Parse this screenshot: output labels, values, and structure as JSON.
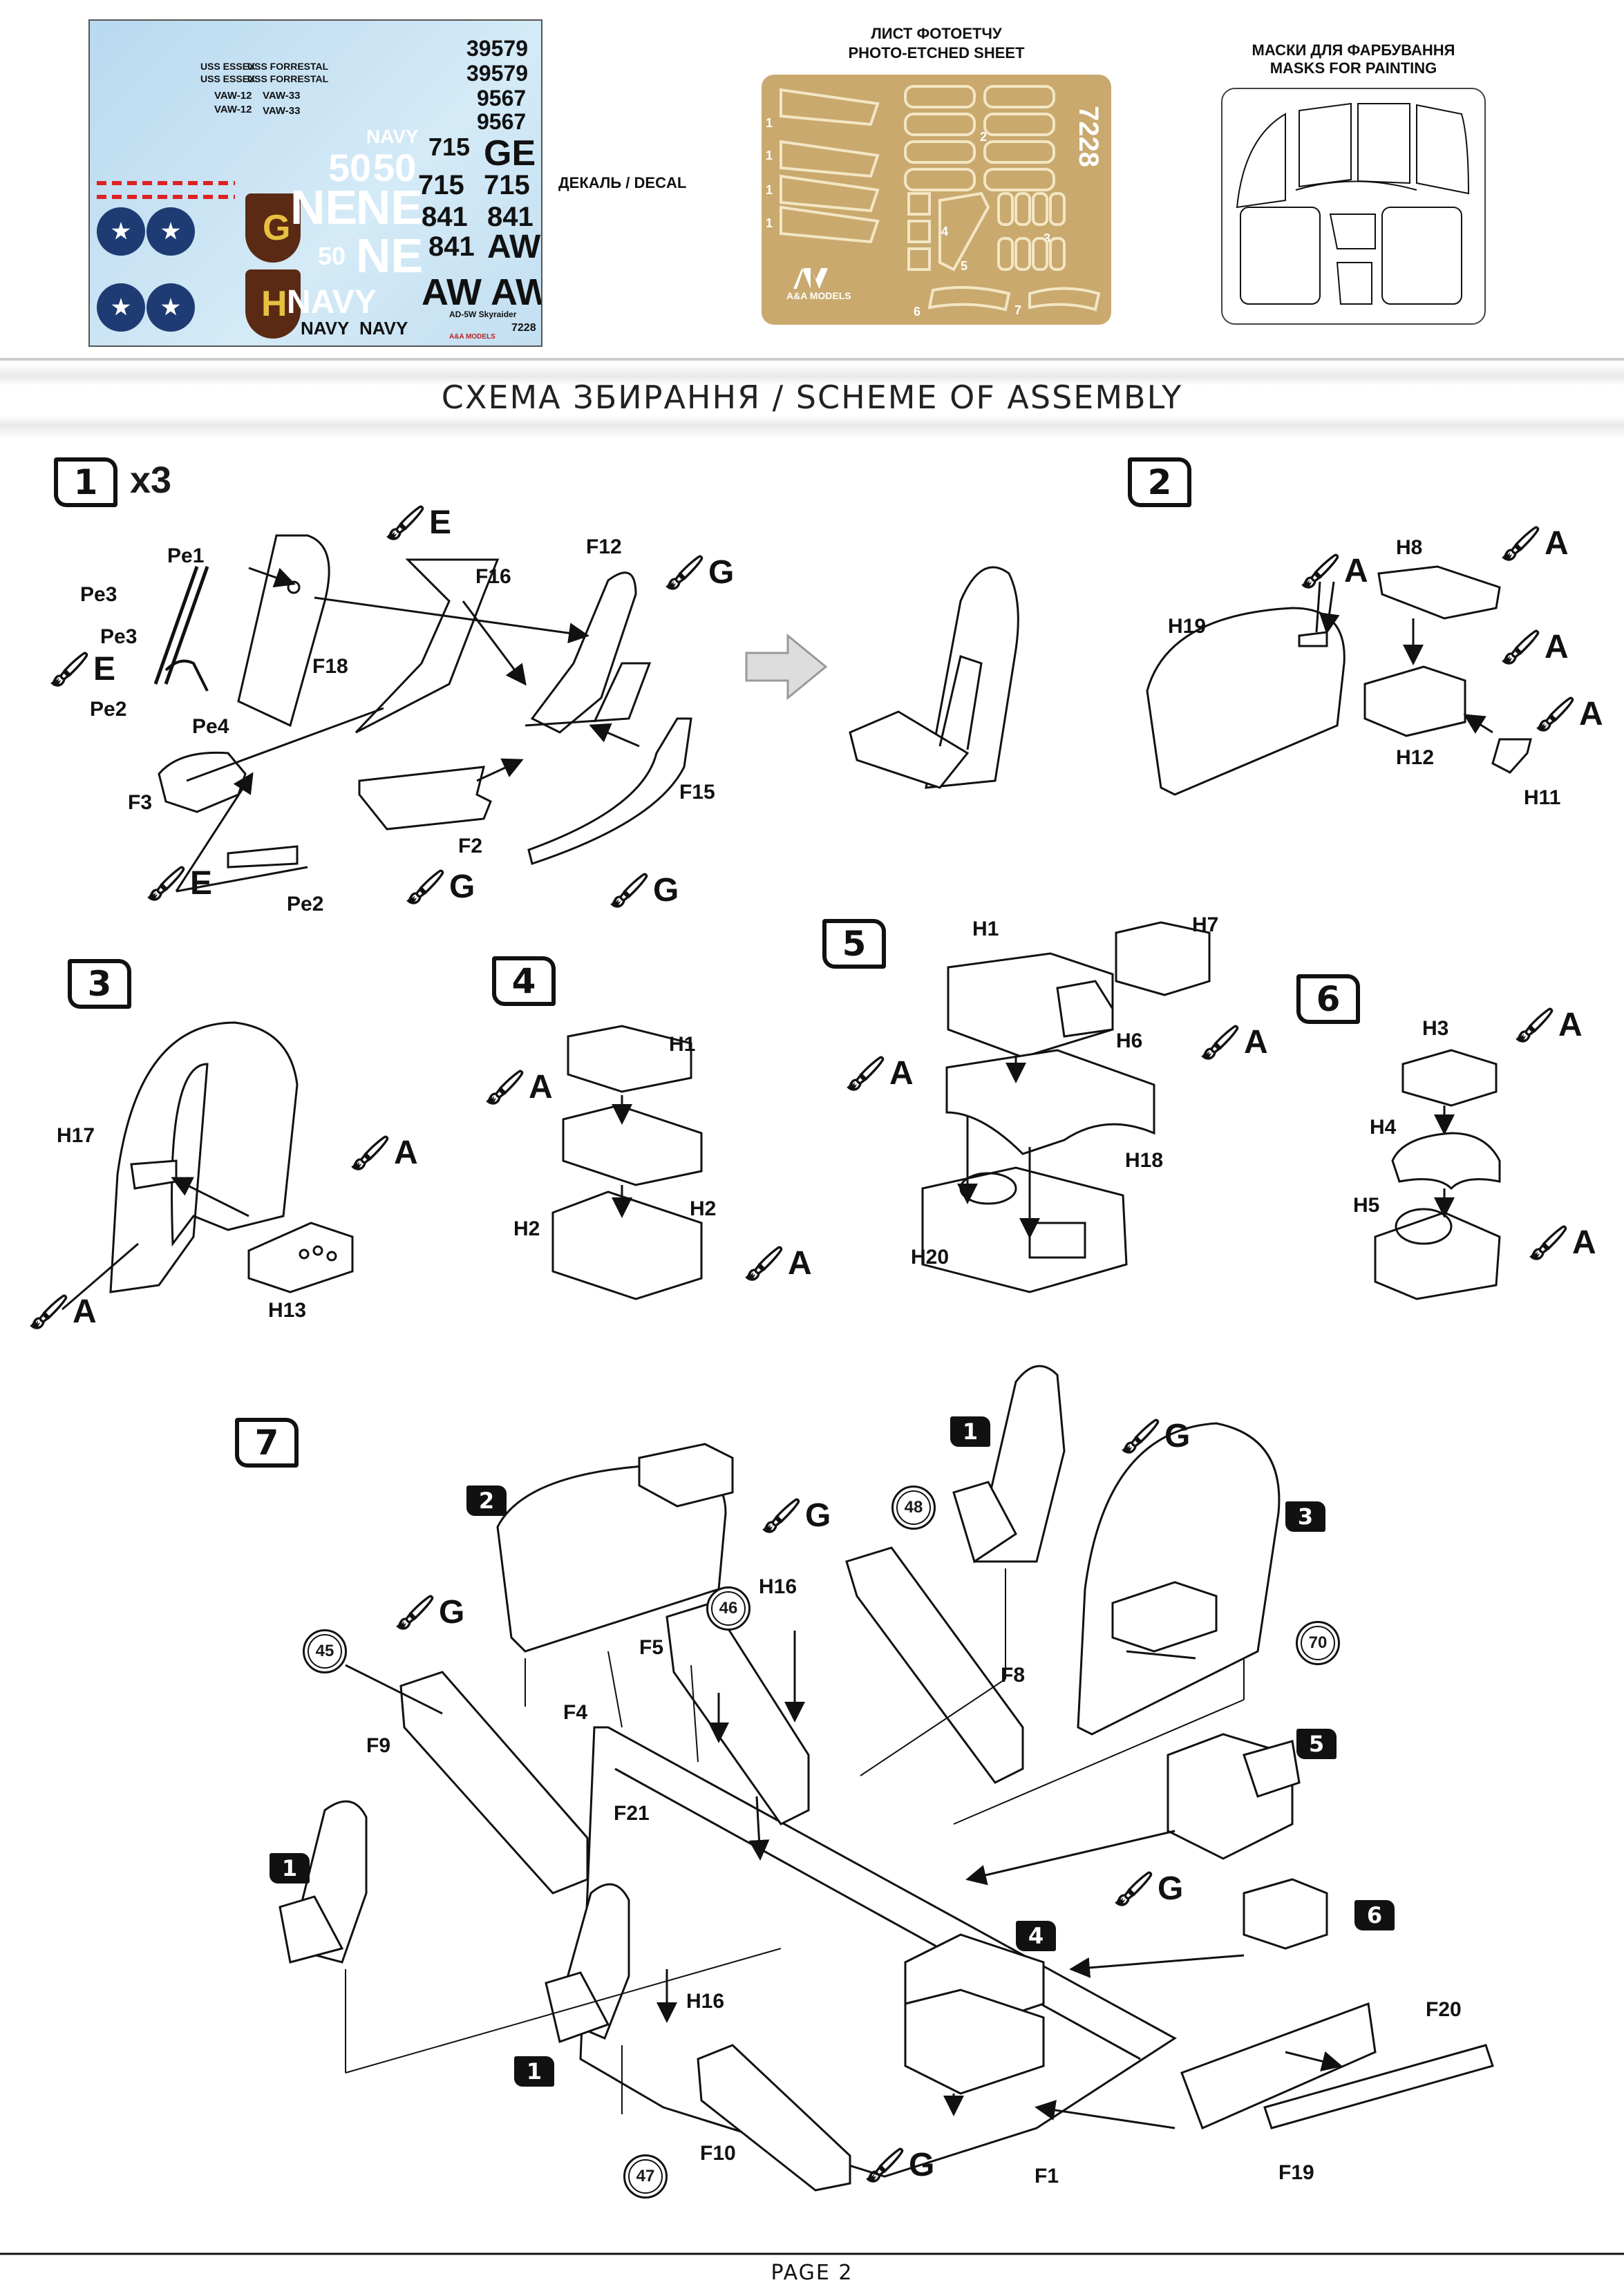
{
  "header": {
    "decal_label": "ДЕКАЛЬ / DECAL",
    "pe_title_ua": "ЛИСТ ФОТОЕТЧУ",
    "pe_title_en": "PHOTO-ETCHED SHEET",
    "mask_title_ua": "МАСКИ ДЛЯ ФАРБУВАННЯ",
    "mask_title_en": "MASKS FOR PAINTING"
  },
  "decal": {
    "texts": [
      "USS ESSEX",
      "USS FORRESTAL",
      "USS ESSEX",
      "USS FORRESTAL",
      "VAW-12",
      "VAW-33",
      "VAW-12",
      "VAW-33",
      "39579",
      "39579",
      "9567",
      "9567",
      "GE",
      "715",
      "715",
      "715",
      "841",
      "841",
      "841",
      "AW",
      "AW AW",
      "NAVY",
      "NAVY",
      "NAVY",
      "NAVY",
      "NE",
      "NE",
      "NE",
      "50",
      "50",
      "50",
      "G",
      "H",
      "AD-5W Skyraider",
      "7228",
      "A&A MODELS"
    ]
  },
  "pe_sheet": {
    "code": "7228",
    "brand": "A&A MODELS",
    "part_numbers": [
      "1",
      "2",
      "3",
      "4",
      "5",
      "6",
      "7",
      "1",
      "1",
      "1"
    ]
  },
  "title": "СХЕМА ЗБИРАННЯ / SCHEME OF ASSEMBLY",
  "steps": {
    "s1": {
      "num": "1",
      "mult": "x3",
      "parts": [
        "Pe1",
        "Pe3",
        "Pe3",
        "Pe2",
        "Pe4",
        "F3",
        "Pe2",
        "F18",
        "F16",
        "F12",
        "F2",
        "F15"
      ],
      "paints": [
        "E",
        "E",
        "E",
        "G",
        "G",
        "G"
      ]
    },
    "s2": {
      "num": "2",
      "parts": [
        "H8",
        "H19",
        "H12",
        "H11"
      ],
      "paints": [
        "A",
        "A",
        "A",
        "A"
      ]
    },
    "s3": {
      "num": "3",
      "parts": [
        "H17",
        "H13"
      ],
      "paints": [
        "A",
        "A"
      ]
    },
    "s4": {
      "num": "4",
      "parts": [
        "H1",
        "H2",
        "H2"
      ],
      "paints": [
        "A",
        "A"
      ]
    },
    "s5": {
      "num": "5",
      "parts": [
        "H1",
        "H7",
        "H6",
        "H18",
        "H20"
      ],
      "paints": [
        "A",
        "A"
      ]
    },
    "s6": {
      "num": "6",
      "parts": [
        "H3",
        "H4",
        "H5"
      ],
      "paints": [
        "A",
        "A"
      ]
    },
    "s7": {
      "num": "7",
      "parts": [
        "H16",
        "F5",
        "F8",
        "F4",
        "F9",
        "F21",
        "H16",
        "F10",
        "F1",
        "F20",
        "F19"
      ],
      "paints": [
        "G",
        "G",
        "G",
        "G",
        "G"
      ],
      "circles": [
        "45",
        "46",
        "47",
        "48",
        "70"
      ],
      "refs": [
        "2",
        "1",
        "3",
        "5",
        "6",
        "1",
        "1",
        "4"
      ]
    }
  },
  "footer": "PAGE 2"
}
